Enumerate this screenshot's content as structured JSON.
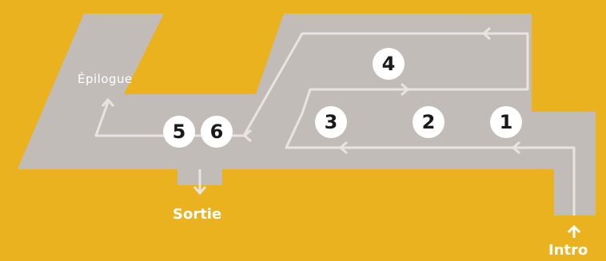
{
  "colors": {
    "background": "#eab21e",
    "floor": "#c2bcb9",
    "path": "#e8e4e2",
    "badge_fill": "#ffffff",
    "badge_text": "#1a1a1a",
    "label_text": "#ffffff"
  },
  "labels": {
    "epilogue": "Épilogue",
    "exit": "Sortie",
    "intro": "Intro"
  },
  "rooms": [
    {
      "number": "1"
    },
    {
      "number": "2"
    },
    {
      "number": "3"
    },
    {
      "number": "4"
    },
    {
      "number": "5"
    },
    {
      "number": "6"
    }
  ],
  "icons": [
    "arrow-up-icon",
    "arrow-down-icon",
    "arrow-left-icon",
    "arrow-right-icon"
  ]
}
